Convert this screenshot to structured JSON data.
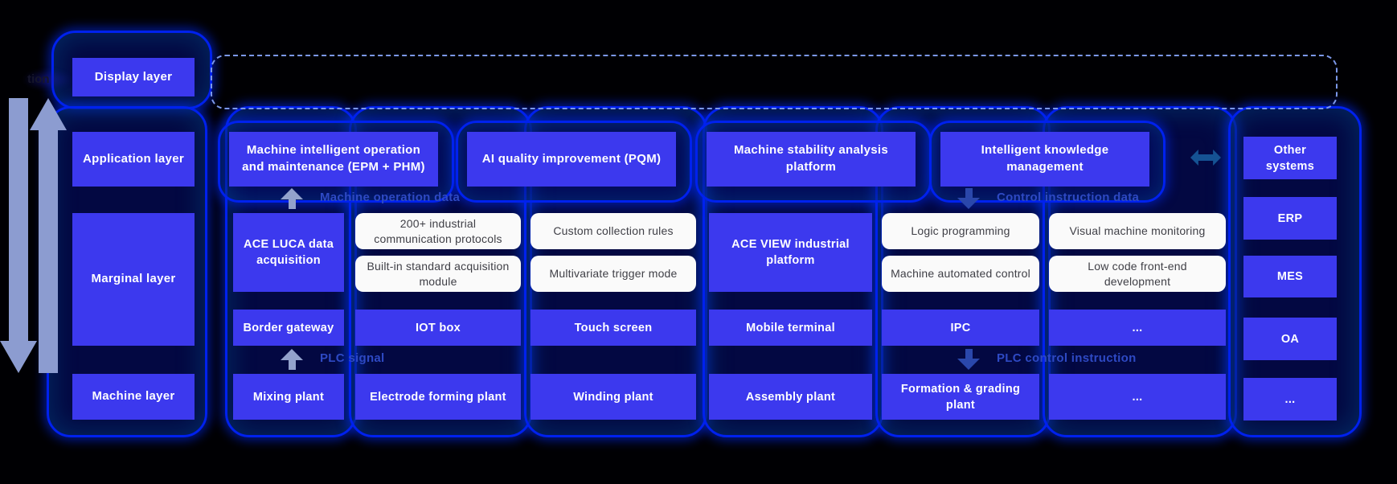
{
  "misc": {
    "left_fragment": "tion"
  },
  "layer_labels": {
    "display": "Display layer",
    "application": "Application layer",
    "marginal": "Marginal layer",
    "machine": "Machine layer"
  },
  "application_boxes": {
    "epm": "Machine intelligent operation and maintenance (EPM + PHM)",
    "pqm": "AI quality improvement (PQM)",
    "stability": "Machine stability analysis platform",
    "knowledge": "Intelligent knowledge management"
  },
  "flow_labels": {
    "machine_operation_data": "Machine operation data",
    "control_instruction_data": "Control instruction data",
    "plc_signal": "PLC signal",
    "plc_control_instruction": "PLC control instruction"
  },
  "marginal_row": {
    "ace_luca": "ACE LUCA data acquisition",
    "protocols": "200+ industrial communication protocols",
    "builtin_module": "Built-in standard acquisition module",
    "custom_rules": "Custom collection rules",
    "multivariate": "Multivariate trigger mode",
    "ace_view": "ACE VIEW industrial platform",
    "logic_programming": "Logic programming",
    "machine_automated": "Machine automated control",
    "visual_monitoring": "Visual machine monitoring",
    "low_code": "Low code front-end development"
  },
  "device_row": [
    "Border gateway",
    "IOT box",
    "Touch screen",
    "Mobile terminal",
    "IPC",
    "..."
  ],
  "machine_row": [
    "Mixing plant",
    "Electrode forming plant",
    "Winding plant",
    "Assembly plant",
    "Formation & grading plant",
    "..."
  ],
  "external_systems": [
    "Other systems",
    "ERP",
    "MES",
    "OA",
    "..."
  ],
  "colors": {
    "box_blue": "#3c39ee",
    "container_border": "#0021ee",
    "dashed_line": "#7b97e8",
    "flow_label": "#2e49c4",
    "white_box": "#fafafa",
    "background": "#000000"
  }
}
